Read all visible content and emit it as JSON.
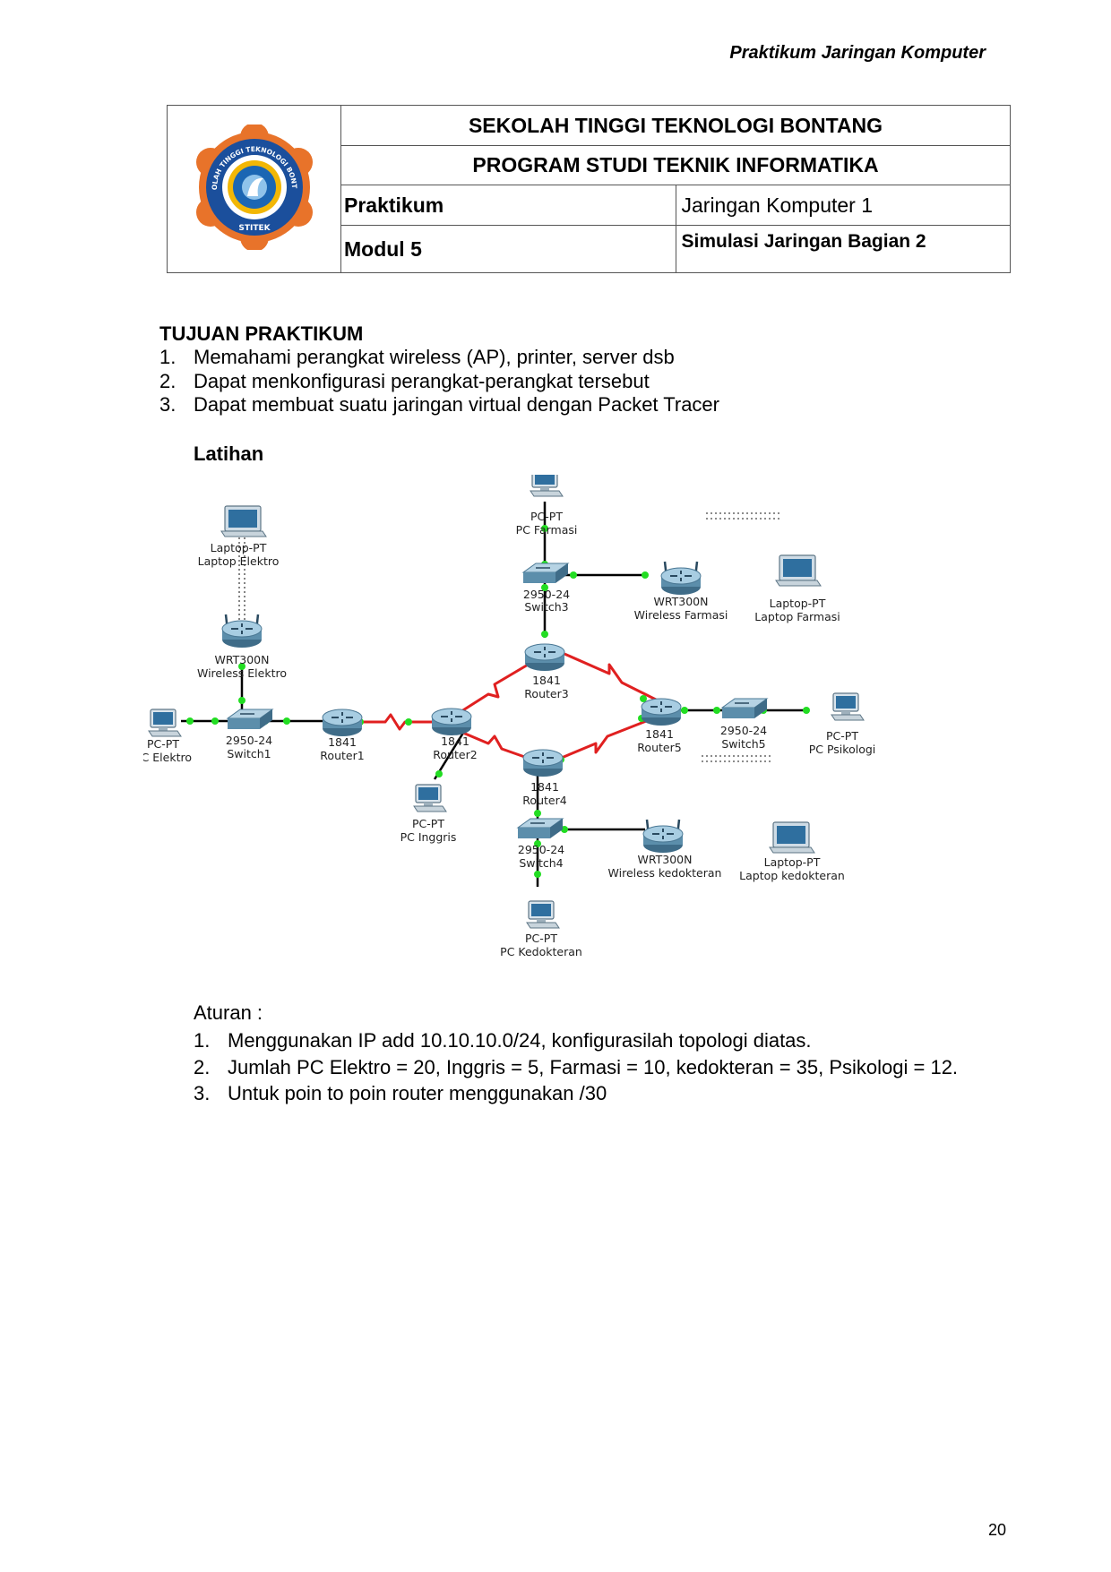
{
  "running_header": "Praktikum Jaringan Komputer",
  "header": {
    "logo_text_arc": "SEKOLAH TINGGI TEKNOLOGI BONTANG",
    "logo_text_bottom": "STITEK",
    "institution": "SEKOLAH TINGGI TEKNOLOGI BONTANG",
    "program": "PROGRAM STUDI TEKNIK INFORMATIKA",
    "rows": [
      {
        "label": "Praktikum",
        "value": "Jaringan Komputer 1"
      },
      {
        "label": "Modul 5",
        "value": "Simulasi Jaringan Bagian 2"
      }
    ]
  },
  "objectives": {
    "title": "TUJUAN PRAKTIKUM",
    "items": [
      "Memahami perangkat wireless (AP), printer, server dsb",
      "Dapat menkonfigurasi perangkat-perangkat tersebut",
      "Dapat membuat suatu jaringan virtual dengan Packet Tracer"
    ]
  },
  "exercise_title": "Latihan",
  "topology": {
    "devices": [
      {
        "id": "laptop-elektro",
        "model": "Laptop-PT",
        "name": "Laptop Elektro"
      },
      {
        "id": "wireless-elektro",
        "model": "WRT300N",
        "name": "Wireless Elektro"
      },
      {
        "id": "pc-elektro",
        "model": "PC-PT",
        "name": "PC Elektro"
      },
      {
        "id": "switch1",
        "model": "2950-24",
        "name": "Switch1"
      },
      {
        "id": "router1",
        "model": "1841",
        "name": "Router1"
      },
      {
        "id": "router2",
        "model": "1841",
        "name": "Router2"
      },
      {
        "id": "pc-inggris",
        "model": "PC-PT",
        "name": "PC Inggris"
      },
      {
        "id": "pc-farmasi",
        "model": "PC-PT",
        "name": "PC Farmasi"
      },
      {
        "id": "switch3",
        "model": "2950-24",
        "name": "Switch3"
      },
      {
        "id": "wireless-farmasi",
        "model": "WRT300N",
        "name": "Wireless Farmasi"
      },
      {
        "id": "laptop-farmasi",
        "model": "Laptop-PT",
        "name": "Laptop Farmasi"
      },
      {
        "id": "router3",
        "model": "1841",
        "name": "Router3"
      },
      {
        "id": "router4",
        "model": "1841",
        "name": "Router4"
      },
      {
        "id": "router5",
        "model": "1841",
        "name": "Router5"
      },
      {
        "id": "switch5",
        "model": "2950-24",
        "name": "Switch5"
      },
      {
        "id": "pc-psikologi",
        "model": "PC-PT",
        "name": "PC Psikologi"
      },
      {
        "id": "switch4",
        "model": "2950-24",
        "name": "Switch4"
      },
      {
        "id": "wireless-kedokteran",
        "model": "WRT300N",
        "name": "Wireless kedokteran"
      },
      {
        "id": "laptop-kedokteran",
        "model": "Laptop-PT",
        "name": "Laptop kedokteran"
      },
      {
        "id": "pc-kedokteran",
        "model": "PC-PT",
        "name": "PC Kedokteran"
      }
    ],
    "colors": {
      "ethernet": "#000000",
      "serial": "#e02020",
      "port": "#22dd22",
      "wireless": "#555555"
    }
  },
  "rules": {
    "title": "Aturan :",
    "items": [
      "Menggunakan IP add 10.10.10.0/24, konfigurasilah topologi diatas.",
      "Jumlah PC Elektro = 20, Inggris = 5, Farmasi = 10, kedokteran = 35, Psikologi = 12.",
      "Untuk poin to poin router menggunakan /30"
    ]
  },
  "page_number": "20"
}
